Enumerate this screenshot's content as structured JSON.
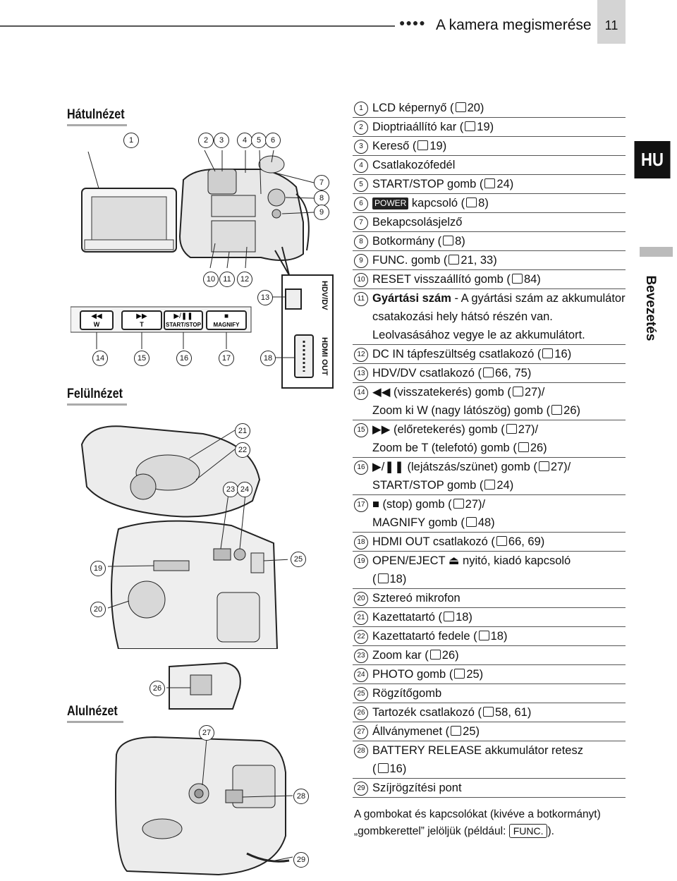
{
  "header": {
    "dots": "●●●●",
    "title": "A kamera megismerése",
    "page_number": "11"
  },
  "side": {
    "language_tab": "HU",
    "chapter": "Bevezetés"
  },
  "sections": {
    "rear": "Hátulnézet",
    "top": "Felülnézet",
    "bottom": "Alulnézet"
  },
  "diagram": {
    "buttons": {
      "rew_sub": "W",
      "ff_sub": "T",
      "play_sub": "START/STOP",
      "stop_sub": "MAGNIFY"
    },
    "ports": {
      "hdv": "HDV/DV",
      "hdmi": "HDMI OUT"
    },
    "callouts": [
      "1",
      "2",
      "3",
      "4",
      "5",
      "6",
      "7",
      "8",
      "9",
      "10",
      "11",
      "12",
      "13",
      "14",
      "15",
      "16",
      "17",
      "18",
      "19",
      "20",
      "21",
      "22",
      "23",
      "24",
      "25",
      "26",
      "27",
      "28",
      "29"
    ]
  },
  "items": [
    {
      "n": "1",
      "t": "LCD képernyő (",
      "r": "20)"
    },
    {
      "n": "2",
      "t": "Dioptriaállító kar (",
      "r": "19)"
    },
    {
      "n": "3",
      "t": "Kereső (",
      "r": "19)"
    },
    {
      "n": "4",
      "t": "Csatlakozófedél"
    },
    {
      "n": "5",
      "t": "START/STOP gomb (",
      "r": "24)"
    },
    {
      "n": "6",
      "pow": "POWER",
      "t": " kapcsoló (",
      "r": "8)"
    },
    {
      "n": "7",
      "t": "Bekapcsolásjelző"
    },
    {
      "n": "8",
      "t": "Botkormány (",
      "r": "8)"
    },
    {
      "n": "9",
      "t": "FUNC. gomb (",
      "r": "21, 33)"
    },
    {
      "n": "10",
      "t": "RESET visszaállító gomb (",
      "r": "84)"
    },
    {
      "n": "11",
      "bold": "Gyártási szám",
      "t": " - A gyártási szám az akkumulátor csatakozási hely hátsó részén van. Leolvasásához vegye le az akkumulátort."
    },
    {
      "n": "12",
      "t": "DC IN tápfeszültség csatlakozó (",
      "r": "16)"
    },
    {
      "n": "13",
      "t": "HDV/DV csatlakozó (",
      "r": "66, 75)"
    },
    {
      "n": "14",
      "t": "◀◀ (visszatekerés) gomb (",
      "r": "27)/",
      "t2": "Zoom ki W (nagy látószög) gomb (",
      "r2": "26)"
    },
    {
      "n": "15",
      "t": "▶▶ (előretekerés) gomb (",
      "r": "27)/",
      "t2": "Zoom be T (telefotó) gomb (",
      "r2": "26)"
    },
    {
      "n": "16",
      "t": "▶/❚❚ (lejátszás/szünet) gomb (",
      "r": "27)/",
      "t2": "START/STOP gomb (",
      "r2": "24)"
    },
    {
      "n": "17",
      "t": "■ (stop) gomb (",
      "r": "27)/",
      "t2": "MAGNIFY gomb (",
      "r2": "48)"
    },
    {
      "n": "18",
      "t": "HDMI OUT csatlakozó (",
      "r": "66, 69)"
    },
    {
      "n": "19",
      "t": "OPEN/EJECT ⏏ nyitó, kiadó kapcsoló",
      "t2": "(",
      "r2": "18)"
    },
    {
      "n": "20",
      "t": "Sztereó mikrofon"
    },
    {
      "n": "21",
      "t": "Kazettatartó (",
      "r": "18)"
    },
    {
      "n": "22",
      "t": "Kazettatartó fedele (",
      "r": "18)"
    },
    {
      "n": "23",
      "t": "Zoom kar (",
      "r": "26)"
    },
    {
      "n": "24",
      "t": "PHOTO gomb (",
      "r": "25)"
    },
    {
      "n": "25",
      "t": "Rögzítőgomb"
    },
    {
      "n": "26",
      "t": "Tartozék csatlakozó (",
      "r": "58, 61)"
    },
    {
      "n": "27",
      "t": "Állványmenet (",
      "r": "25)"
    },
    {
      "n": "28",
      "t": "BATTERY RELEASE akkumulátor retesz",
      "t2": "(",
      "r2": "16)"
    },
    {
      "n": "29",
      "t": "Szíjrögzítési pont"
    }
  ],
  "note": {
    "text": "A gombokat és kapcsolókat (kivéve a botkormányt) „gombkerettel” jelöljük (például: ",
    "example": "FUNC.",
    "end": ")."
  }
}
